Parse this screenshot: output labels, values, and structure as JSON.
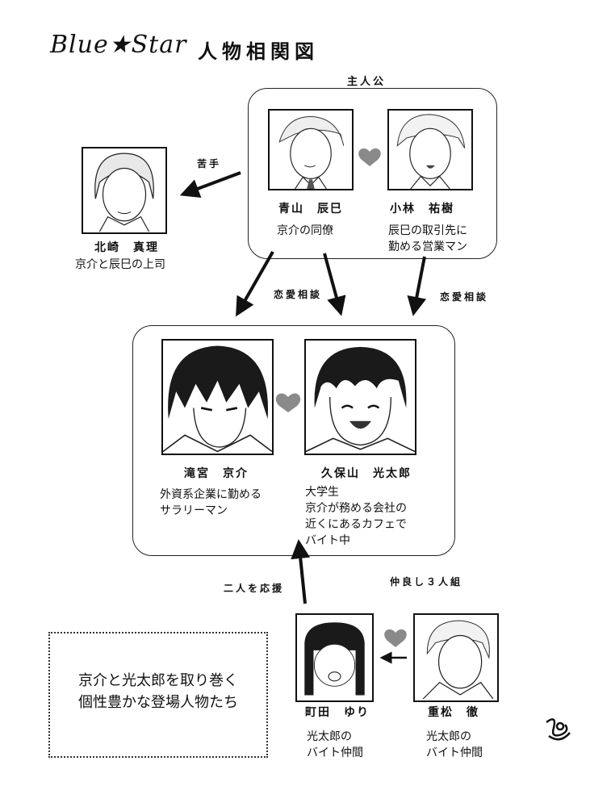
{
  "title": {
    "en": "Blue★Star",
    "jp": "人物相関図"
  },
  "groups": {
    "protagonists_label": "主人公",
    "supporting_caption": "京介と光太郎を取り巻く\n個性豊かな登場人物たち"
  },
  "characters": {
    "aoyama": {
      "name": "青山　辰巳",
      "desc": "京介の同僚"
    },
    "kobayashi": {
      "name": "小林　祐樹",
      "desc": "辰巳の取引先に\n勤める営業マン"
    },
    "kitazaki": {
      "name": "北崎　真理",
      "desc": "京介と辰巳の上司"
    },
    "takimiya": {
      "name": "滝宮　京介",
      "desc": "外資系企業に勤める\nサラリーマン"
    },
    "kubosan": {
      "name": "久保山　光太郎",
      "desc": "大学生\n京介が務める会社の\n近くにあるカフェで\nバイト中"
    },
    "machida": {
      "name": "町田　ゆり",
      "desc": "光太郎の\nバイト仲間"
    },
    "shigematsu": {
      "name": "重松　徹",
      "desc": "光太郎の\nバイト仲間"
    }
  },
  "relations": {
    "nigate": "苦手",
    "renai_left": "恋愛相談",
    "renai_right": "恋愛相談",
    "ouen": "二人を応援",
    "nakayoshi": "仲良し３人組"
  },
  "icons": {
    "heart_color": "#8a8a8a",
    "signature": "signature-mark"
  }
}
